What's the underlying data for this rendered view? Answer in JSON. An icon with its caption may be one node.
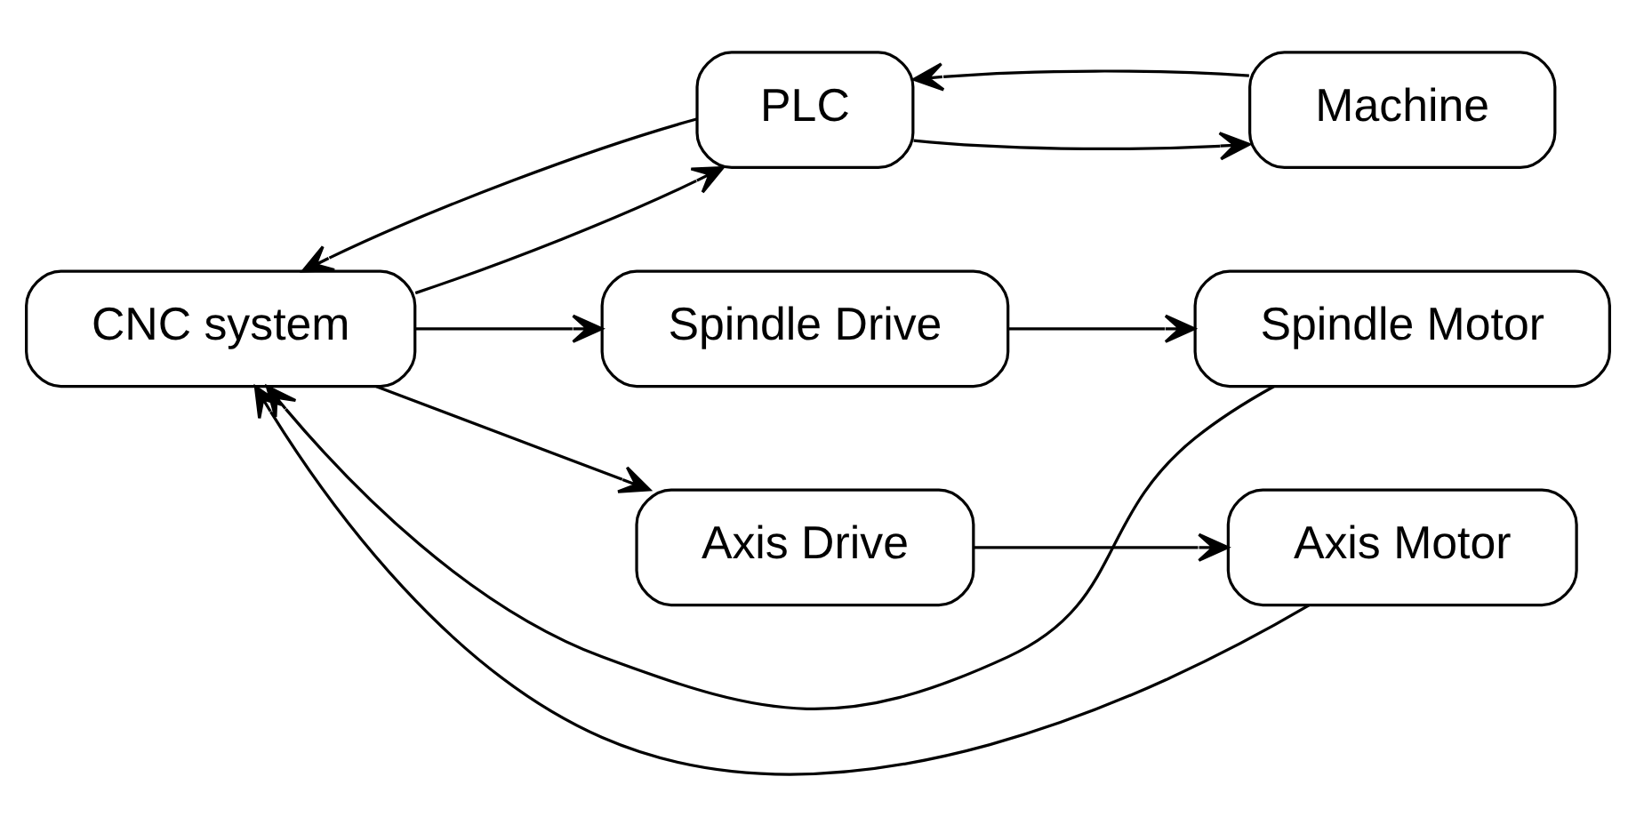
{
  "diagram": {
    "nodes": [
      {
        "text": [
          "CNC system"
        ]
      },
      {
        "text": [
          "PLC"
        ]
      },
      {
        "text": [
          "Machine"
        ]
      },
      {
        "text": [
          "Spindle Drive"
        ]
      },
      {
        "text": [
          "Spindle Motor"
        ]
      },
      {
        "text": [
          "Axis Drive"
        ]
      },
      {
        "text": [
          "Axis Motor"
        ]
      }
    ],
    "edges": [
      {
        "from": 0,
        "to": 1,
        "arrow": "to"
      },
      {
        "from": 1,
        "to": 0,
        "arrow": "to"
      },
      {
        "from": 1,
        "to": 2,
        "arrow": "to"
      },
      {
        "from": 2,
        "to": 1,
        "arrow": "to"
      },
      {
        "from": 0,
        "to": 3,
        "arrow": "to"
      },
      {
        "from": 3,
        "to": 4,
        "arrow": "to"
      },
      {
        "from": 4,
        "to": 0,
        "arrow": "to"
      },
      {
        "from": 0,
        "to": 5,
        "arrow": "to"
      },
      {
        "from": 5,
        "to": 6,
        "arrow": "to"
      },
      {
        "from": 6,
        "to": 0,
        "arrow": "to"
      }
    ]
  }
}
